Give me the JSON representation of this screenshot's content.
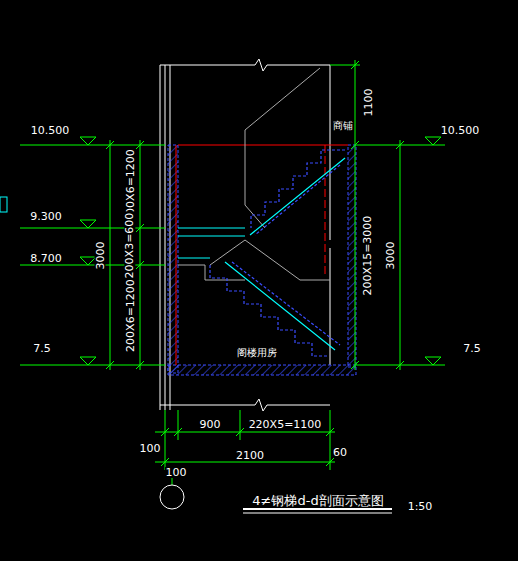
{
  "diagram": {
    "title": "4≠钢梯d-d剖面示意图",
    "labels": [
      "10.500",
      "10.500",
      "9.300",
      "8.700",
      "7.5",
      "7.5",
      "3000",
      "200X6=1200",
      "200X3=600",
      "200X6=1200",
      "1100",
      "商铺",
      "200X15=3000",
      "3000",
      "阁楼用房",
      "900",
      "220X5=1100",
      "100",
      "100",
      "2100",
      "60",
      "1:50"
    ]
  }
}
